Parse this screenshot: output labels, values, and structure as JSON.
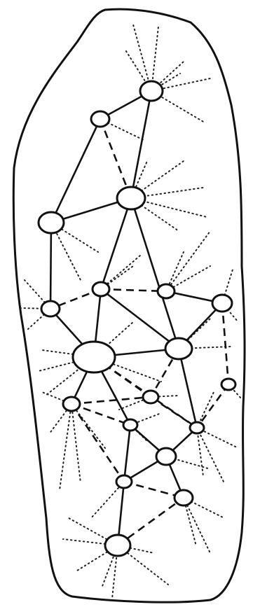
{
  "figure": {
    "kind": "network diagram inside an irregular closed outline",
    "colors": {
      "ink": "#111111",
      "background": "#ffffff"
    },
    "node_count": 19,
    "edge_styles": [
      "solid",
      "dashed",
      "dotted"
    ]
  }
}
